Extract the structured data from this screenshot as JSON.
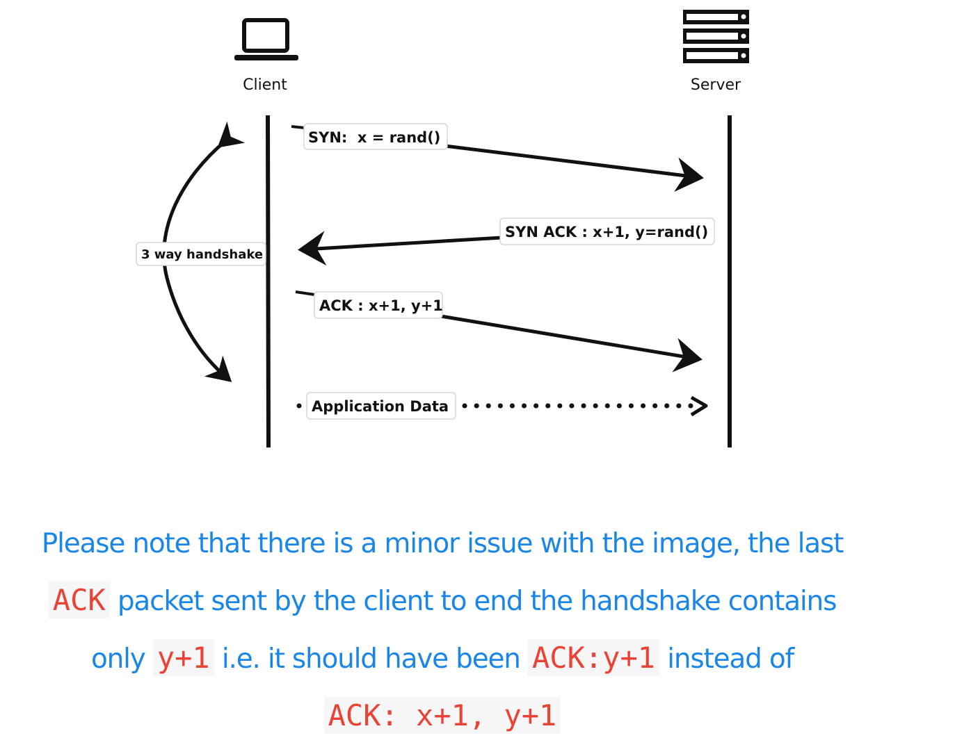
{
  "diagram": {
    "actors": {
      "client": "Client",
      "server": "Server"
    },
    "messages": {
      "syn": "SYN:  x = rand()",
      "syn_ack": "SYN ACK : x+1, y=rand()",
      "ack": "ACK : x+1, y+1",
      "app_data": "Application Data"
    },
    "handshake_label": "3 way handshake",
    "icons": {
      "client": "laptop-icon",
      "server": "server-rack-icon"
    }
  },
  "note": {
    "part1": "Please note that there is a minor issue with the image, the last",
    "code1": "ACK",
    "part2": "packet sent by the client to end the handshake contains only",
    "code2": "y+1",
    "part3": "i.e. it should have been",
    "code3": "ACK:y+1",
    "part4": "instead of",
    "code4": "ACK: x+1, y+1"
  },
  "colors": {
    "note_text": "#1a86e8",
    "code_text": "#ea4335",
    "code_bg": "#f6f6f6"
  }
}
